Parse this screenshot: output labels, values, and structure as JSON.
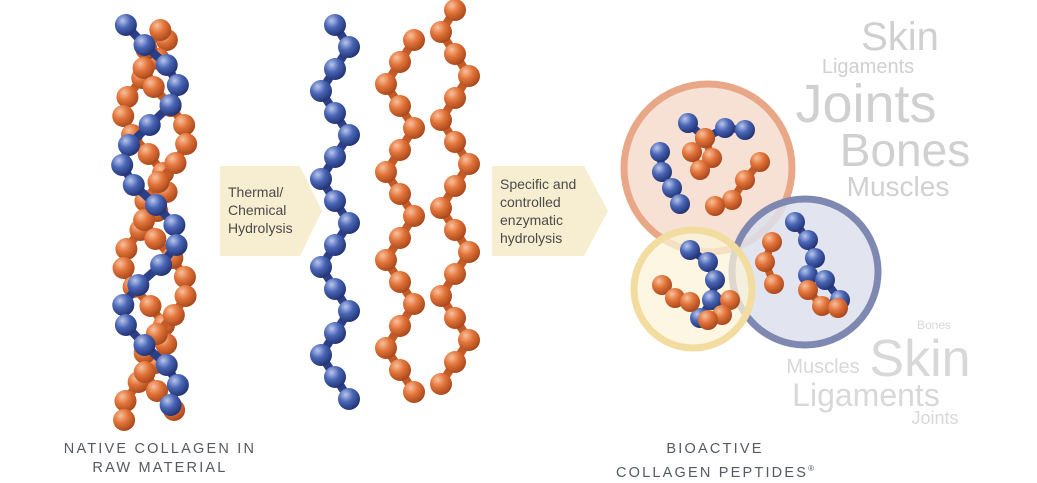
{
  "arrow_1": {
    "lines": [
      "Thermal/",
      "Chemical",
      "Hydrolysis"
    ]
  },
  "arrow_2": {
    "lines": [
      "Specific and",
      "controlled",
      "enzymatic",
      "hydrolysis"
    ]
  },
  "caption_left": {
    "lines": [
      "NATIVE COLLAGEN IN",
      "RAW MATERIAL"
    ]
  },
  "caption_right": {
    "lines": [
      "BIOACTIVE",
      "COLLAGEN PEPTIDES"
    ],
    "mark": "®"
  },
  "word_cloud_top": {
    "words": [
      "Skin",
      "Ligaments",
      "Joints",
      "Bones",
      "Muscles"
    ]
  },
  "word_cloud_bottom": {
    "words": [
      "Bones",
      "Skin",
      "Muscles",
      "Ligaments",
      "Joints"
    ]
  },
  "colors": {
    "blue_bead": "#3f5aa8",
    "orange_bead": "#e0733a",
    "arrow_fill": "#f7edd0",
    "circle_orange": "#f6dccd",
    "circle_orange_ring": "#e8a888",
    "circle_blue": "#dde0ec",
    "circle_blue_ring": "#7f88b0",
    "circle_yellow": "#fbf3d8",
    "circle_yellow_ring": "#f2dca0",
    "cloud_text": "#d0d0d0",
    "caption_text": "#555a60"
  }
}
